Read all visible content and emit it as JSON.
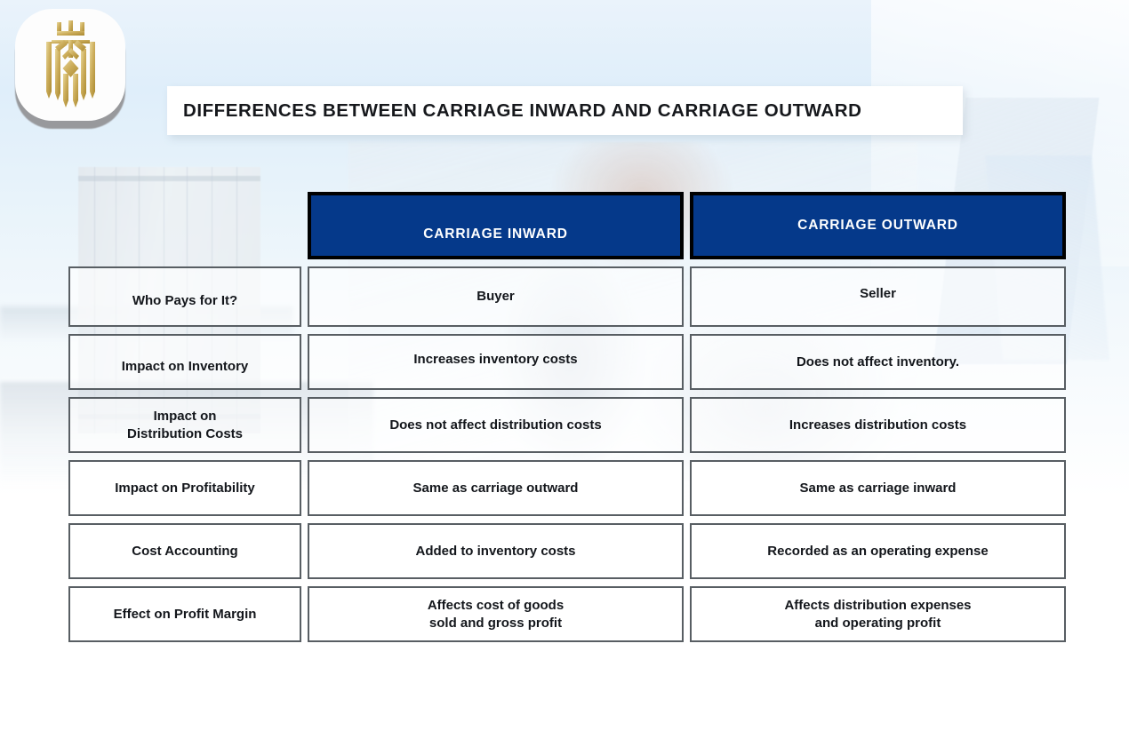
{
  "brand": {
    "logo_icon": "gold-crest-logo-icon",
    "logo_colors": {
      "gold_light": "#e3cf8c",
      "gold_dark": "#b8963a"
    }
  },
  "header": {
    "title": "DIFFERENCES BETWEEN CARRIAGE INWARD AND CARRIAGE OUTWARD"
  },
  "theme": {
    "header_blue": "#05398a",
    "header_border": "#000000",
    "cell_border": "#585e63",
    "text_dark": "#13161b",
    "background_top": "#e3eff9"
  },
  "table": {
    "columns": [
      {
        "key": "criteria",
        "label": ""
      },
      {
        "key": "inward",
        "label": "CARRIAGE INWARD"
      },
      {
        "key": "outward",
        "label": "CARRIAGE OUTWARD"
      }
    ],
    "rows": [
      {
        "criteria": "Who Pays for It?",
        "inward": "Buyer",
        "outward": "Seller"
      },
      {
        "criteria": "Impact on Inventory",
        "inward": "Increases inventory costs",
        "outward": "Does not affect inventory."
      },
      {
        "criteria": "Impact on\nDistribution Costs",
        "inward": "Does not affect distribution costs",
        "outward": "Increases distribution costs"
      },
      {
        "criteria": "Impact on Profitability",
        "inward": "Same as carriage outward",
        "outward": "Same as carriage inward"
      },
      {
        "criteria": "Cost Accounting",
        "inward": "Added to inventory costs",
        "outward": "Recorded as an operating expense"
      },
      {
        "criteria": "Effect on Profit Margin",
        "inward": "Affects cost of goods\nsold and gross profit",
        "outward": "Affects distribution expenses\nand operating profit"
      }
    ]
  }
}
